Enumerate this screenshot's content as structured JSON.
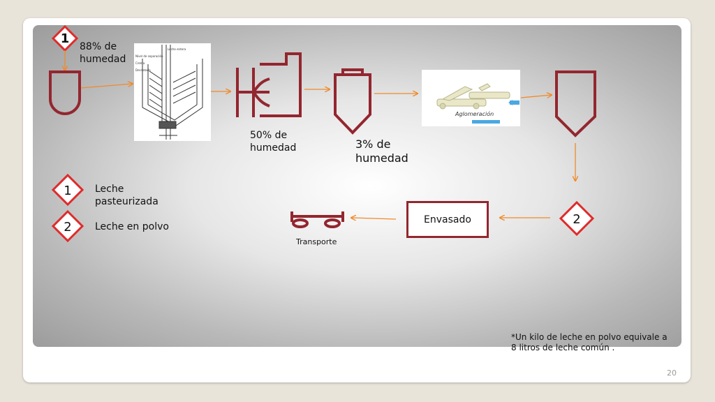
{
  "diagram": {
    "top_badge": "1",
    "moisture_start": "88% de humedad",
    "moisture_evap": "50% de humedad",
    "moisture_dry": "3% de humedad",
    "agglom_label": "Aglomeración",
    "separator_tiny_labels": [
      "Leche entera",
      "Nivel de separación",
      "Crema",
      "Desnatada"
    ],
    "step_envasado": "Envasado",
    "step_transporte": "Transporte",
    "badge_2": "2",
    "legend": [
      {
        "badge": "1",
        "label": "Leche pasteurizada"
      },
      {
        "badge": "2",
        "label": "Leche en polvo"
      }
    ],
    "footnote": "*Un kilo de leche en polvo equivale a 8 litros de leche común .",
    "page_number": "20"
  },
  "colors": {
    "equipment": "#93262f",
    "arrow": "#f08a2a",
    "diamond_border": "#e02a2a",
    "background": "#e9e4da"
  }
}
